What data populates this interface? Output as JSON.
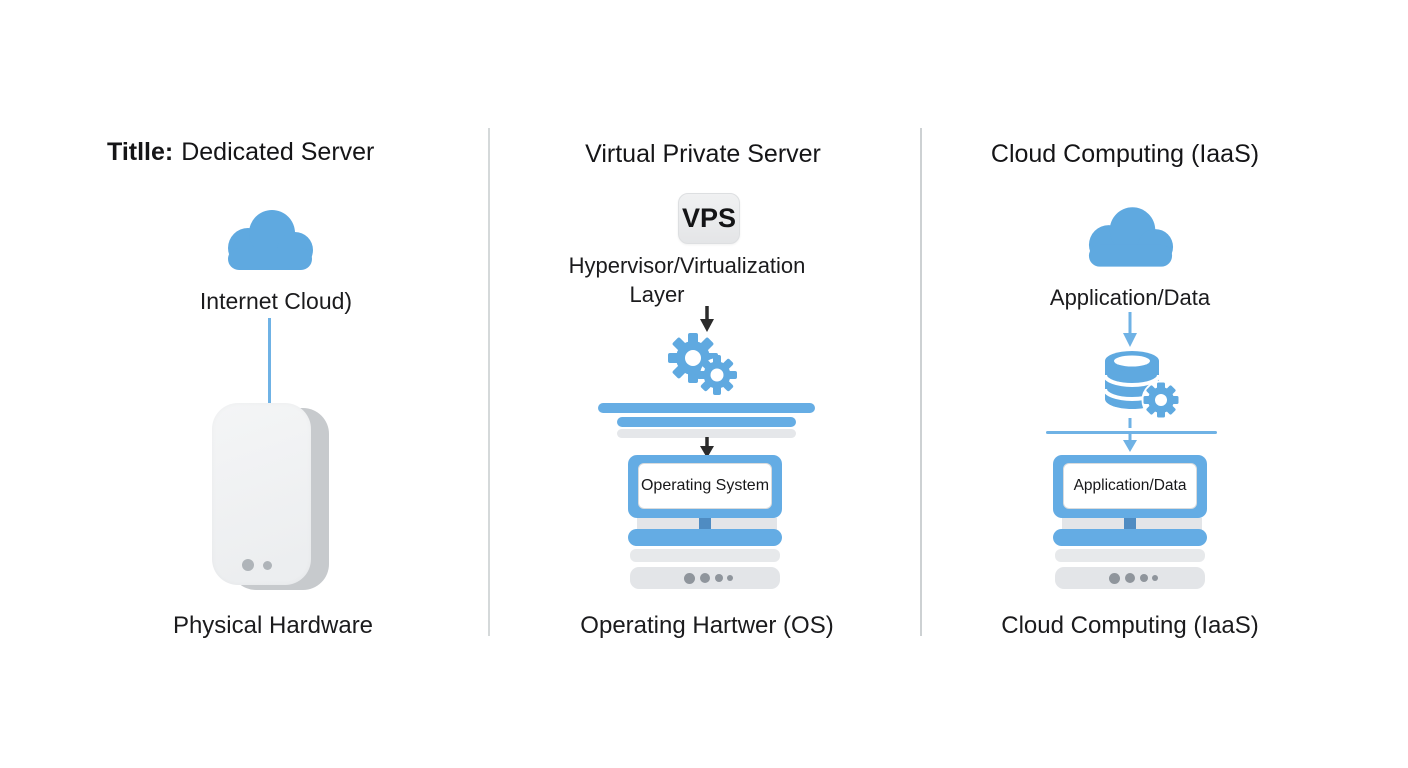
{
  "page": {
    "background": "#ffffff"
  },
  "colors": {
    "accent_blue": "#5fa9e0",
    "bar_blue": "#66ade4",
    "connector_blue": "#4f8cc2",
    "light_gray_bar": "#e5e7ea",
    "tower_side_gray": "#c7cacd",
    "badge_gray": "#e9eaec",
    "text_black": "#1b1b1d"
  },
  "columns": {
    "dedicated": {
      "title_label": "Titlle:",
      "title_text": "Dedicated Server",
      "cloud_caption": "Internet Cloud)",
      "bottom_caption": "Physical Hardware",
      "icons": {
        "cloud": "cloud-icon",
        "hardware": "server-tower-icon",
        "link": "vertical-connector-line"
      }
    },
    "vps": {
      "title_text": "Virtual Private Server",
      "badge": "VPS",
      "layer_line1": "Hypervisor/Virtualization",
      "layer_line2": "Layer",
      "screen_label": "Operating System",
      "bottom_caption": "Operating Hartwer (OS)",
      "icons": {
        "gears": "gears-icon",
        "arrow": "down-arrow-icon",
        "server": "server-rack-icon"
      }
    },
    "cloud": {
      "title_text": "Cloud Computing (IaaS)",
      "cloud_caption": "Application/Data",
      "screen_label": "Application/Data",
      "bottom_caption": "Cloud Computing (IaaS)",
      "icons": {
        "cloud": "cloud-icon",
        "database": "database-gear-icon",
        "arrow": "down-arrow-icon",
        "server": "server-rack-icon"
      }
    }
  }
}
